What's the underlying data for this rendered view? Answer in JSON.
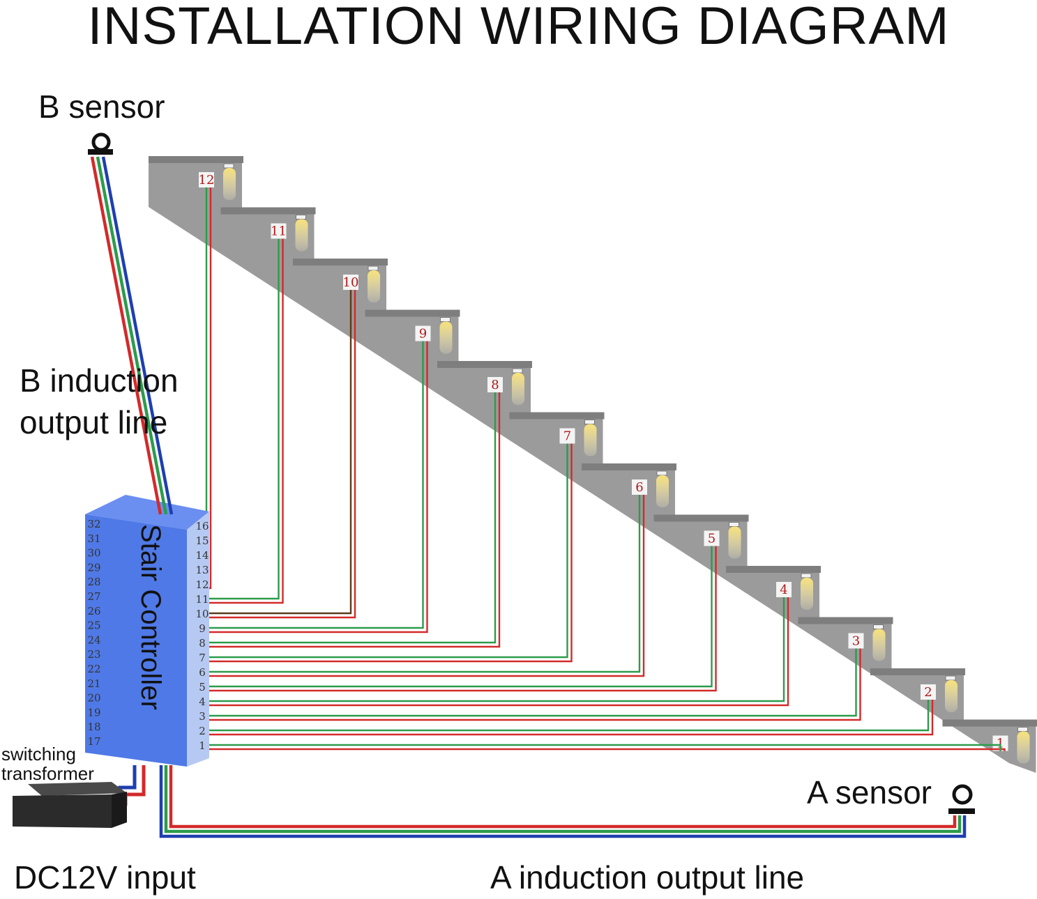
{
  "title": "INSTALLATION WIRING DIAGRAM",
  "b_sensor": {
    "label": "B sensor"
  },
  "b_output_line": {
    "line1": "B induction",
    "line2": "output line"
  },
  "a_sensor": {
    "label": "A sensor"
  },
  "a_output_line": {
    "label": "A induction output line"
  },
  "power": {
    "input_label": "DC12V input",
    "transformer_line1": "switching",
    "transformer_line2": "transformer"
  },
  "controller": {
    "label": "Stair Controller",
    "left_pins": [
      "32",
      "31",
      "30",
      "29",
      "28",
      "27",
      "26",
      "25",
      "24",
      "23",
      "22",
      "21",
      "20",
      "19",
      "18",
      "17"
    ],
    "right_pins": [
      "16",
      "15",
      "14",
      "13",
      "12",
      "11",
      "10",
      "9",
      "8",
      "7",
      "6",
      "5",
      "4",
      "3",
      "2",
      "1"
    ]
  },
  "steps": [
    "12",
    "11",
    "10",
    "9",
    "8",
    "7",
    "6",
    "5",
    "4",
    "3",
    "2",
    "1"
  ],
  "colors": {
    "stair": "#9b9b9b",
    "controller_front": "#4f79e6",
    "controller_side": "#b6c9f2",
    "wire_red": "#d32a2a",
    "wire_green": "#2c9b4c",
    "wire_blue": "#1e3fb0",
    "wire_brown": "#5a3a1a",
    "led": "#f6dc5e"
  }
}
